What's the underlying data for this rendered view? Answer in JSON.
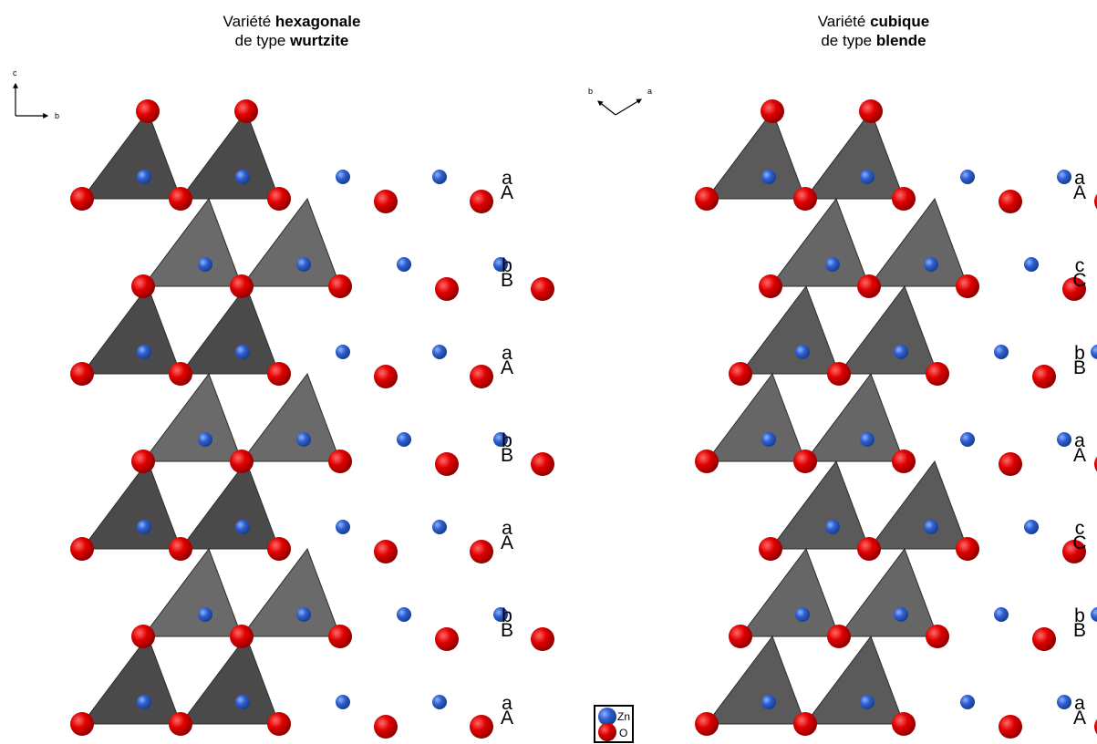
{
  "wurtzite": {
    "title_line1_prefix": "Variété",
    "title_line1_bold": "hexagonale",
    "title_line2_prefix": "de type",
    "title_line2_bold": "wurtzite",
    "layers": [
      {
        "small": "a",
        "big": "A"
      },
      {
        "small": "b",
        "big": "B"
      },
      {
        "small": "a",
        "big": "A"
      },
      {
        "small": "b",
        "big": "B"
      },
      {
        "small": "a",
        "big": "A"
      },
      {
        "small": "b",
        "big": "B"
      },
      {
        "small": "a",
        "big": "A"
      }
    ]
  },
  "blende": {
    "title_line1_prefix": "Variété",
    "title_line1_bold": "cubique",
    "title_line2_prefix": "de type",
    "title_line2_bold": "blende",
    "layers": [
      {
        "small": "a",
        "big": "A"
      },
      {
        "small": "c",
        "big": "C"
      },
      {
        "small": "b",
        "big": "B"
      },
      {
        "small": "a",
        "big": "A"
      },
      {
        "small": "c",
        "big": "C"
      },
      {
        "small": "b",
        "big": "B"
      },
      {
        "small": "a",
        "big": "A"
      }
    ]
  },
  "axes_left": {
    "vertical": "c",
    "horizontal": "b"
  },
  "axes_right": {
    "left": "b",
    "right": "a"
  },
  "legend": {
    "zn_label": "Zn",
    "o_label": "O"
  },
  "colors": {
    "zn_atom": "#2f5fd0",
    "o_atom": "#e00000",
    "tetra_dark": "#4a4a4a",
    "tetra_light": "#6e6e6e"
  }
}
